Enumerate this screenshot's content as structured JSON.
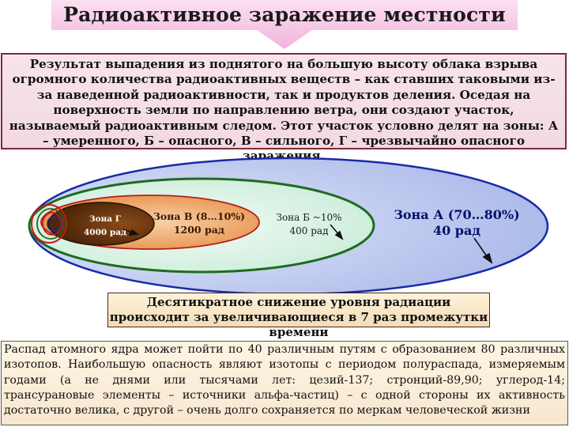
{
  "title": "Радиоактивное заражение местности",
  "intro_text": "Результат выпадения из поднятого на большую высоту облака взрыва огромного количества радиоактивных веществ – как ставших таковыми из-за наведенной радиоактивности, так и продуктов деления. Оседая на поверхность земли по направлению ветра, они создают участок, называемый радиоактивным следом. Этот участок условно делят на зоны: А – умеренного, Б – опасного, В – сильного, Г – чрезвычайно опасного заражения.",
  "zones": {
    "g": {
      "line1": "Зона Г",
      "line2": "4000 рад"
    },
    "v": {
      "line1": "Зона В (8…10%)",
      "line2": "1200 рад"
    },
    "b": {
      "line1": "Зона Б ~10%",
      "line2": "400 рад"
    },
    "a": {
      "line1": "Зона А (70…80%)",
      "line2": "40 рад"
    }
  },
  "colors": {
    "zone_a_fill": "#c3cdf0",
    "zone_b_fill": "#d7f2e3",
    "zone_v_fill": "#f0aa66",
    "zone_g_fill": "#6e3a10",
    "zone_a_border": "#1a2aa8",
    "zone_b_border": "#1e6b1e",
    "zone_v_border": "#b02020",
    "banner": "#f6c8e4"
  },
  "decline_text": "Десятикратное снижение уровня радиации происходит за увеличивающиеся в 7 раз промежутки времени",
  "decay_text": "Распад атомного ядра может пойти по 40 различным путям с образованием 80 различных изотопов. Наибольшую опасность являют изотопы с периодом полураспада, измеряемым годами (а не днями или тысячами лет: цезий-137; стронций-89,90; углерод-14; трансурановые элементы – источники альфа-частиц) – с одной стороны их активность достаточно велика, с другой – очень долго сохраняется по меркам человеческой жизни"
}
